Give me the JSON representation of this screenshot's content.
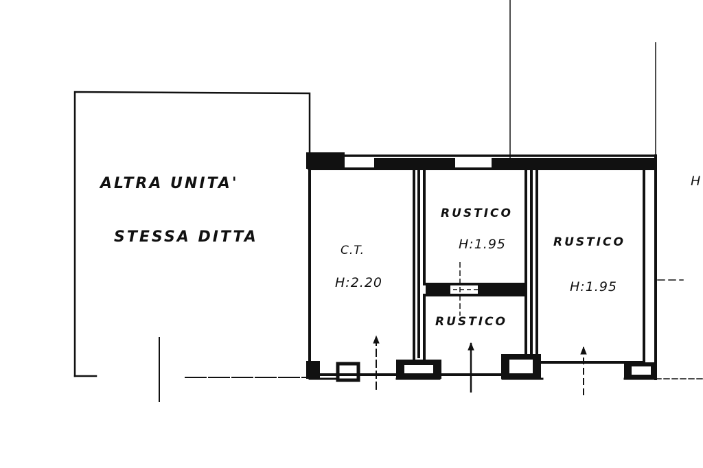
{
  "floor_plan": {
    "rooms": [
      {
        "key": "altra_unita",
        "name": "ALTRA UNITA'",
        "line2": "STESSA DITTA"
      },
      {
        "key": "ct",
        "name": "C.T.",
        "height": "H:2.20"
      },
      {
        "key": "rustico_top",
        "name": "RUSTICO",
        "height": "H:1.95"
      },
      {
        "key": "rustico_bottom",
        "name": "RUSTICO"
      },
      {
        "key": "rustico_right",
        "name": "RUSTICO",
        "height": "H:1.95"
      }
    ],
    "edge_mark": "H"
  },
  "colors": {
    "ink": "#111111",
    "paper": "#ffffff"
  }
}
